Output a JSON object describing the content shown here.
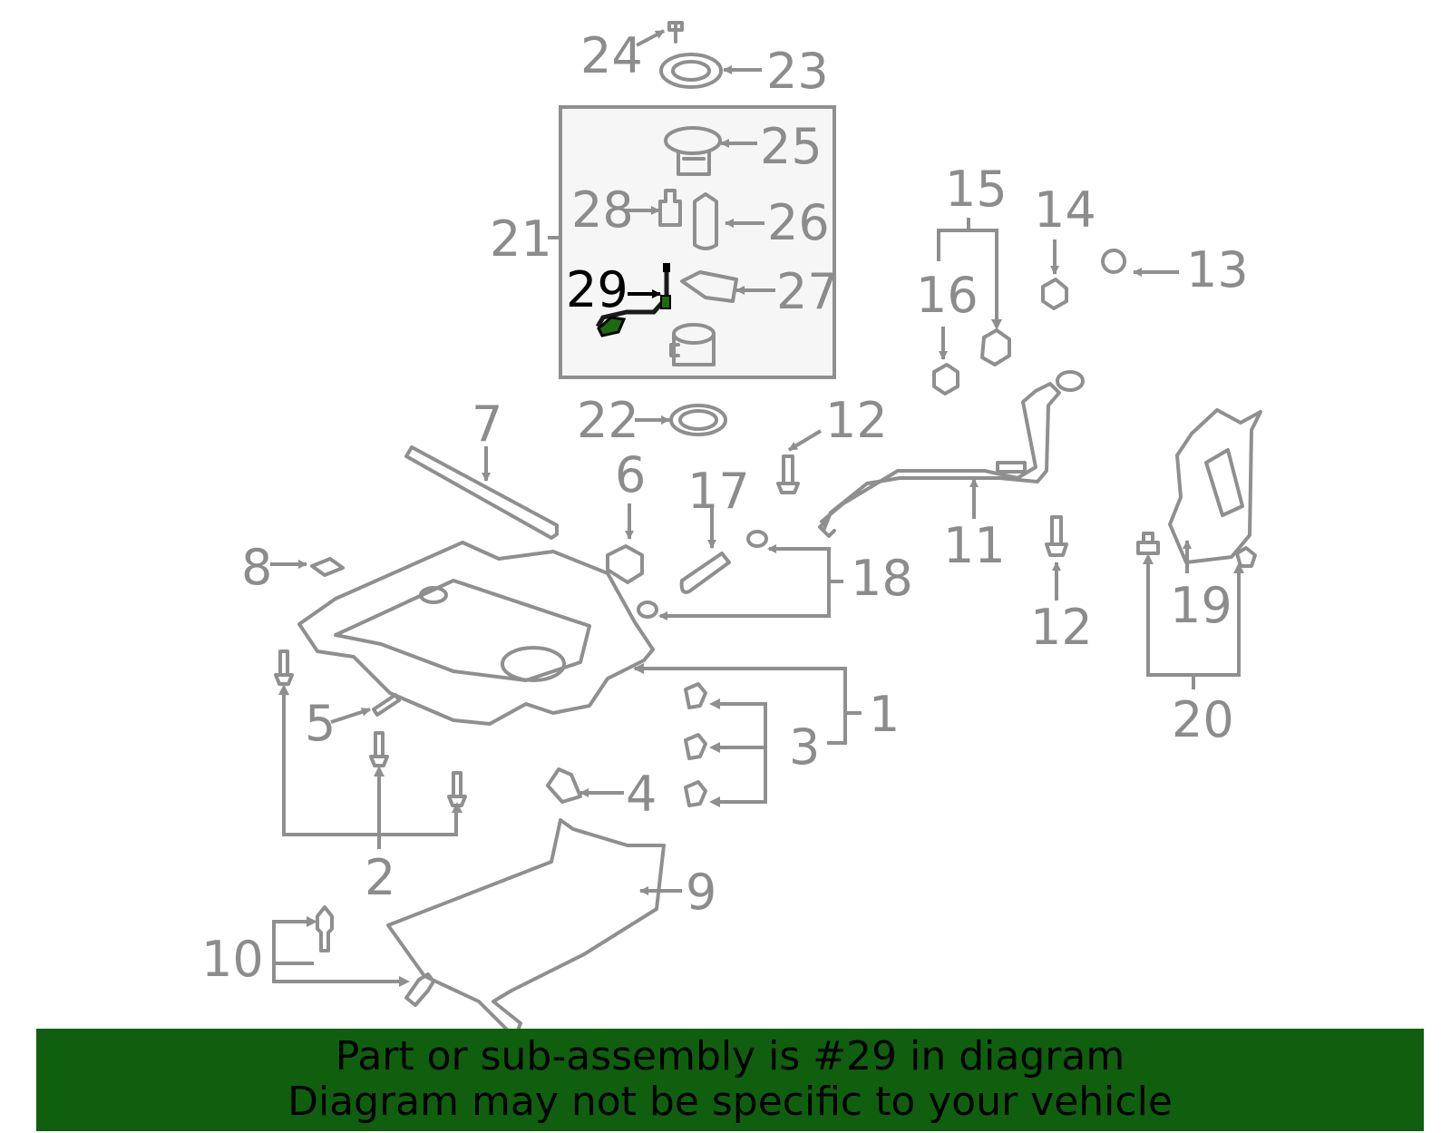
{
  "diagram": {
    "highlight_color": "#1e6b0f",
    "highlighted_part": "29",
    "callouts": [
      "24",
      "23",
      "25",
      "28",
      "26",
      "21",
      "29",
      "27",
      "15",
      "14",
      "16",
      "13",
      "7",
      "22",
      "12",
      "6",
      "17",
      "11",
      "12",
      "8",
      "18",
      "19",
      "1",
      "5",
      "3",
      "4",
      "2",
      "9",
      "20",
      "10"
    ]
  },
  "banner": {
    "line1": "Part or sub-assembly is #29 in diagram",
    "line2": "Diagram may not be specific to your vehicle",
    "background": "#0f5f0f"
  }
}
